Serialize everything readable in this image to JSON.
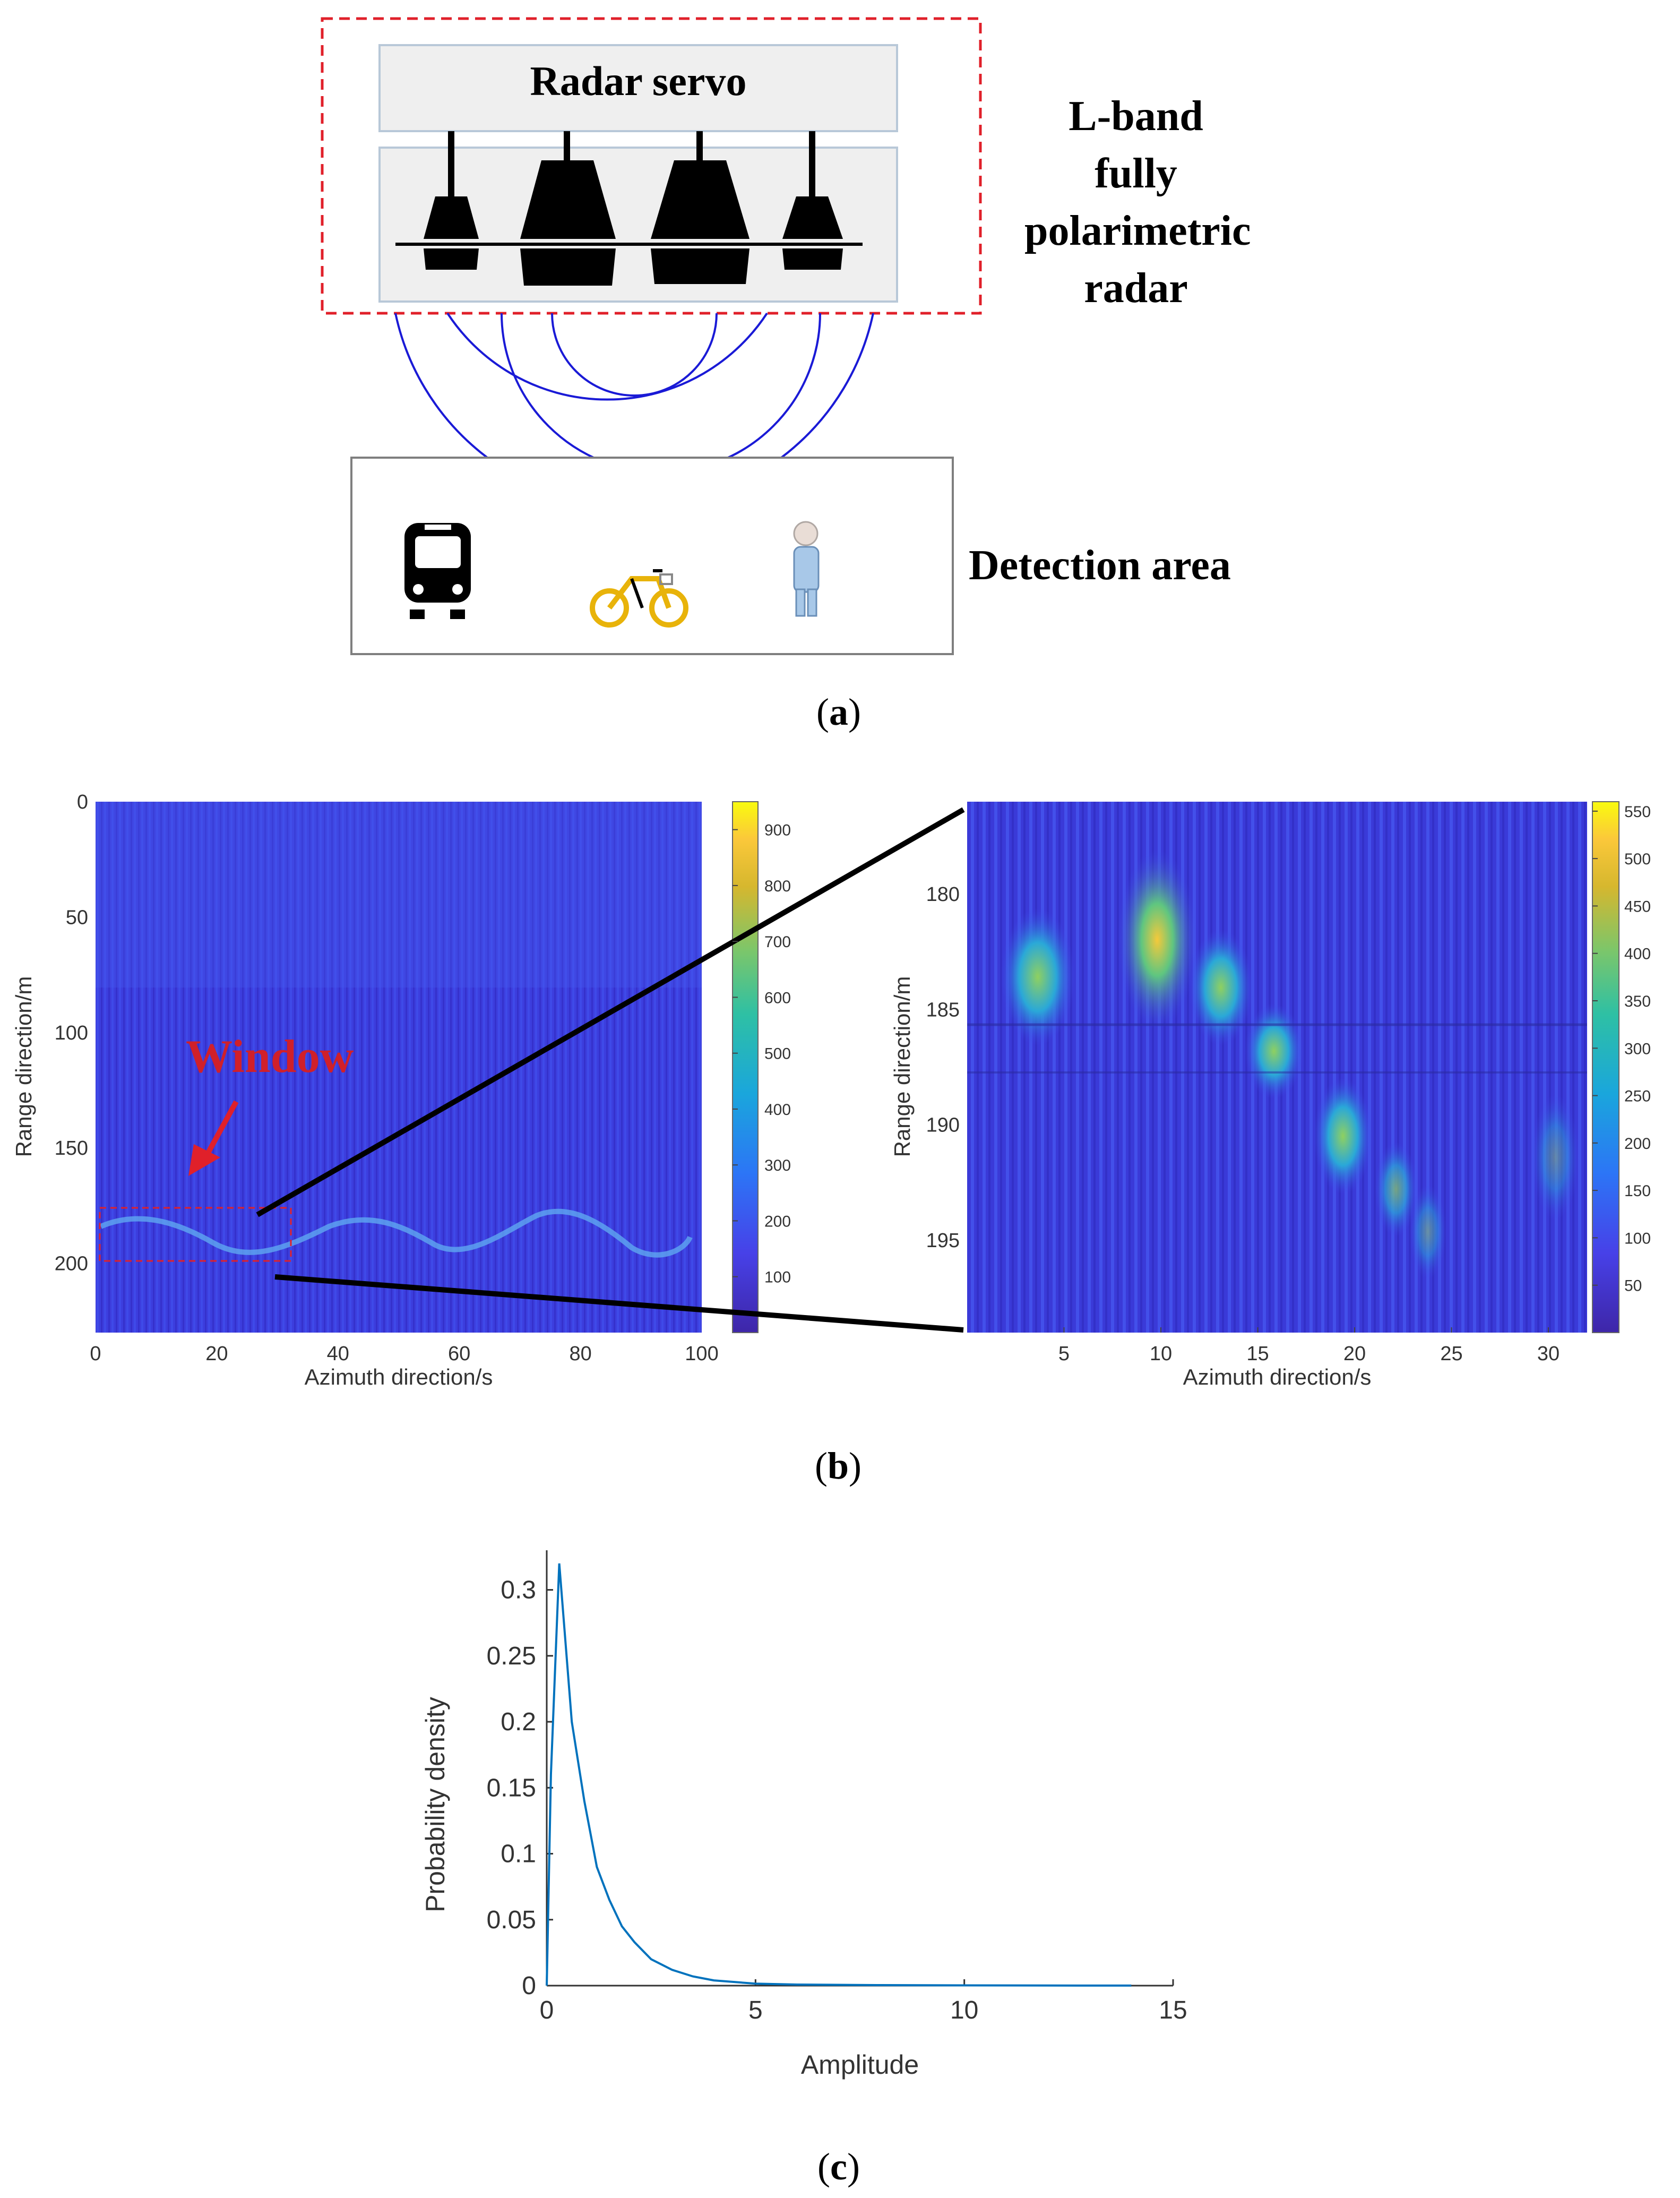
{
  "panel_a": {
    "servo_label": "Radar servo",
    "radar_label_lines": [
      "L-band fully",
      "polarimetric",
      "radar"
    ],
    "area_label": "Detection area",
    "caption_letter": "a",
    "icons": [
      "bus-icon",
      "bicycle-icon",
      "person-icon"
    ]
  },
  "panel_b": {
    "caption_letter": "b",
    "window_label": "Window",
    "left": {
      "xlabel": "Azimuth direction/s",
      "ylabel": "Range direction/m",
      "xticks": [
        0,
        20,
        40,
        60,
        80,
        100
      ],
      "yticks": [
        0,
        50,
        100,
        150,
        200
      ],
      "xlim": [
        0,
        100
      ],
      "ylim": [
        0,
        230
      ],
      "colorbar_ticks": [
        100,
        200,
        300,
        400,
        500,
        600,
        700,
        800,
        900
      ],
      "colorbar_range": [
        0,
        950
      ],
      "window_box": {
        "x": [
          0,
          32
        ],
        "y": [
          178,
          199
        ]
      }
    },
    "right": {
      "xlabel": "Azimuth direction/s",
      "ylabel": "Range direction/m",
      "xticks": [
        5,
        10,
        15,
        20,
        25,
        30
      ],
      "yticks": [
        180,
        185,
        190,
        195
      ],
      "xlim": [
        0,
        32
      ],
      "ylim": [
        176,
        199
      ],
      "colorbar_ticks": [
        50,
        100,
        150,
        200,
        250,
        300,
        350,
        400,
        450,
        500,
        550
      ],
      "colorbar_range": [
        0,
        560
      ]
    }
  },
  "panel_c": {
    "caption_letter": "c",
    "chart_data": {
      "type": "line",
      "xlabel": "Amplitude",
      "ylabel": "Probability density",
      "xlim": [
        0,
        15
      ],
      "ylim": [
        0,
        0.33
      ],
      "xticks": [
        0,
        5,
        10,
        15
      ],
      "yticks": [
        0,
        0.05,
        0.1,
        0.15,
        0.2,
        0.25,
        0.3
      ],
      "series": [
        {
          "x": [
            0,
            0.1,
            0.3,
            0.6,
            0.9,
            1.2,
            1.5,
            1.8,
            2.1,
            2.5,
            3.0,
            3.5,
            4.0,
            5.0,
            6.0,
            8.0,
            10.0,
            12.0,
            14.0
          ],
          "y": [
            0.0,
            0.16,
            0.32,
            0.2,
            0.14,
            0.09,
            0.065,
            0.045,
            0.033,
            0.02,
            0.012,
            0.007,
            0.004,
            0.0015,
            0.0008,
            0.0004,
            0.0002,
            0.0001,
            5e-05
          ],
          "color": "#0072BD"
        }
      ]
    }
  }
}
